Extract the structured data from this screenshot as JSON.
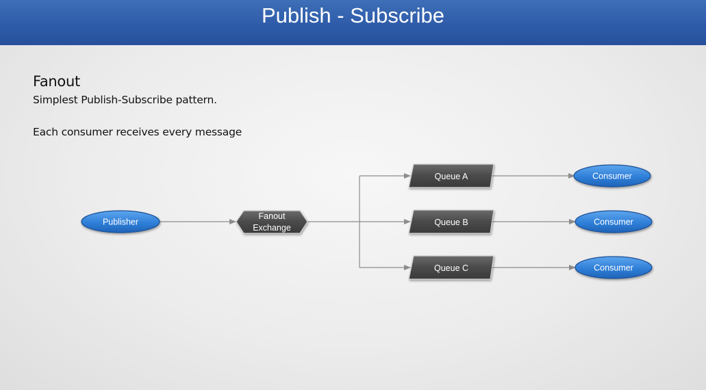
{
  "header": {
    "title": "Publish - Subscribe"
  },
  "content": {
    "heading": "Fanout",
    "lines": [
      "Simplest Publish-Subscribe pattern.",
      "Each consumer receives every message"
    ]
  },
  "diagram": {
    "publisher": {
      "label": "Publisher"
    },
    "exchange": {
      "label_line1": "Fanout",
      "label_line2": "Exchange"
    },
    "queues": [
      {
        "label": "Queue A"
      },
      {
        "label": "Queue B"
      },
      {
        "label": "Queue C"
      }
    ],
    "consumers": [
      {
        "label": "Consumer"
      },
      {
        "label": "Consumer"
      },
      {
        "label": "Consumer"
      }
    ],
    "colors": {
      "header": "#2d5aa8",
      "ellipse_fill": "#2f7fd8",
      "ellipse_stroke": "#1b4f95",
      "node_fill": "#4a4a4a",
      "connector": "#8c8c8c"
    }
  }
}
